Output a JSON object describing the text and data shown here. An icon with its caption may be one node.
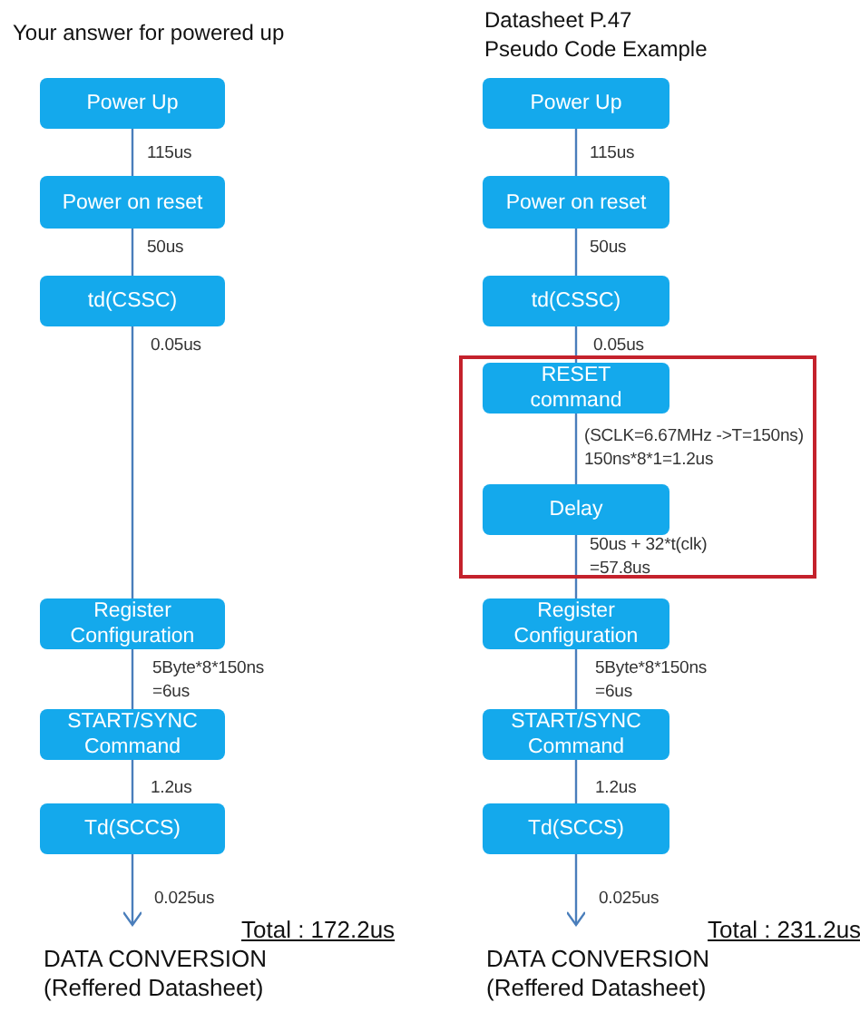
{
  "diagram": {
    "nodes": [
      {
        "text": [
          "Power Up"
        ]
      },
      {
        "text": [
          "Power on reset"
        ]
      },
      {
        "text": [
          "td(CSSC)"
        ]
      },
      {
        "text": [
          "Register Configuration"
        ]
      },
      {
        "text": [
          "START/SYNC Command"
        ]
      },
      {
        "text": [
          "Td(SCCS)"
        ]
      },
      {
        "text": [
          "DATA CONVERSION",
          "(Reffered Datasheet)"
        ]
      },
      {
        "text": [
          "Power Up"
        ]
      },
      {
        "text": [
          "Power on reset"
        ]
      },
      {
        "text": [
          "td(CSSC)"
        ]
      },
      {
        "text": [],
        "shape": "box"
      },
      {
        "text": [
          "RESET command"
        ],
        "in": 10
      },
      {
        "text": [
          "Delay"
        ],
        "in": 10
      },
      {
        "text": [
          "Register Configuration"
        ]
      },
      {
        "text": [
          "START/SYNC Command"
        ]
      },
      {
        "text": [
          "Td(SCCS)"
        ]
      },
      {
        "text": [
          "DATA CONVERSION",
          "(Reffered Datasheet)"
        ]
      }
    ],
    "edges": [
      {
        "from": 0,
        "to": 1,
        "arrow": "none",
        "label": "115us"
      },
      {
        "from": 1,
        "to": 2,
        "arrow": "none",
        "label": "50us"
      },
      {
        "from": 2,
        "to": 3,
        "arrow": "none",
        "label": "0.05us"
      },
      {
        "from": 3,
        "to": 4,
        "arrow": "none",
        "label": "5Byte*8*150ns =6us"
      },
      {
        "from": 4,
        "to": 5,
        "arrow": "none",
        "label": "1.2us"
      },
      {
        "from": 5,
        "to": 6,
        "arrow": "to",
        "label": "0.025us"
      },
      {
        "from": 7,
        "to": 8,
        "arrow": "none",
        "label": "115us"
      },
      {
        "from": 8,
        "to": 9,
        "arrow": "none",
        "label": "50us"
      },
      {
        "from": 9,
        "to": 11,
        "arrow": "none",
        "label": "0.05us"
      },
      {
        "from": 11,
        "to": 12,
        "arrow": "none",
        "label": "(SCLK=6.67MHz ->T=150ns) 150ns*8*1=1.2us"
      },
      {
        "from": 12,
        "to": 13,
        "arrow": "none",
        "label": "50us + 32*t(clk) =57.8us"
      },
      {
        "from": 13,
        "to": 14,
        "arrow": "none",
        "label": "5Byte*8*150ns =6us"
      },
      {
        "from": 14,
        "to": 15,
        "arrow": "none",
        "label": "1.2us"
      },
      {
        "from": 15,
        "to": 16,
        "arrow": "to",
        "label": "0.025us"
      }
    ],
    "labels": [
      "Your answer for powered up",
      "Datasheet P.47",
      "Pseudo Code Example",
      "Total : 172.2us",
      "Total : 231.2us"
    ]
  }
}
